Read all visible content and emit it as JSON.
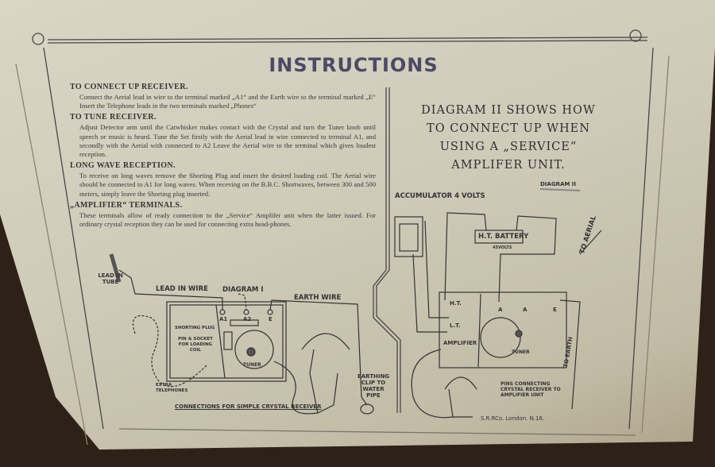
{
  "title": "INSTRUCTIONS",
  "left": {
    "sections": [
      {
        "heading": "TO CONNECT UP RECEIVER.",
        "text": "Connect the Aerial lead in wire to the terminal marked „A1“ and the Earth wire to the terminal marked „E“ Insert the Telephone leads in the two terminals marked „Phones“"
      },
      {
        "heading": "TO TUNE RECEIVER.",
        "text": "Adjust Detector arm until the Catwhisker makes contact with the Crystal and turn the Tuner knob until speech or music is heard. Tune the Set firstly with the Aerial lead in wire connected to terminal A1, and secondly with the Aerial with connected to A2 Leave the Aerial wire to the terminal which gives loudest reception."
      },
      {
        "heading": "LONG WAVE RECEPTION.",
        "text": "To receive on long waves remove the Shorting Plug and insert the desired loading coil. The Aerial wire should be connected to A1 for long waves. When receving on the B.B.C. Shortwaves, between 300 and 500 meters, simply leave the Shorting plug inserted."
      },
      {
        "heading": "„AMPLIFIER“ TERMINALS.",
        "text": "These terminals allow of ready connection to the „Service“ Amplifer unit when the latter issued. For ordinary crystal reception they can be used for connecting extra head-phones."
      }
    ]
  },
  "right_heading": [
    "DIAGRAM II SHOWS HOW",
    "TO CONNECT UP WHEN",
    "USING A „SERVICE“",
    "AMPLIFER UNIT."
  ],
  "diagram1": {
    "title": "DIAGRAM I",
    "lead_in_tube": "LEAD IN TUBE",
    "lead_in_wire": "LEAD IN WIRE",
    "earth_wire": "EARTH WIRE",
    "a1": "A1",
    "a2": "A2",
    "e": "E",
    "shorting_plug": "SHORTING PLUG",
    "pin_socket": "PIN & SOCKET FOR LOADING COIL",
    "tuner": "TUNER",
    "extra_telephones": "EXTRA TELEPHONES",
    "earthing_clip": "EARTHING CLIP TO WATER PIPE",
    "caption": "CONNECTIONS FOR SIMPLE CRYSTAL RECEIVER"
  },
  "diagram2": {
    "title": "DIAGRAM II",
    "accumulator": "ACCUMULATOR 4 VOLTS",
    "ht_battery": "H.T. BATTERY",
    "ht_volts": "45VOLTS",
    "to_aerial": "TO AERIAL",
    "to_earth": "TO EARTH",
    "ht": "H.T.",
    "lt": "L.T.",
    "amplifier": "AMPLIFIER",
    "a": "A",
    "a2": "A",
    "e": "E",
    "tuner": "TUNER",
    "pins": "PINS CONNECTING CRYSTAL RECEIVER TO AMPLIFIER UNIT",
    "maker": "S.R.RCo. London. N.16."
  }
}
